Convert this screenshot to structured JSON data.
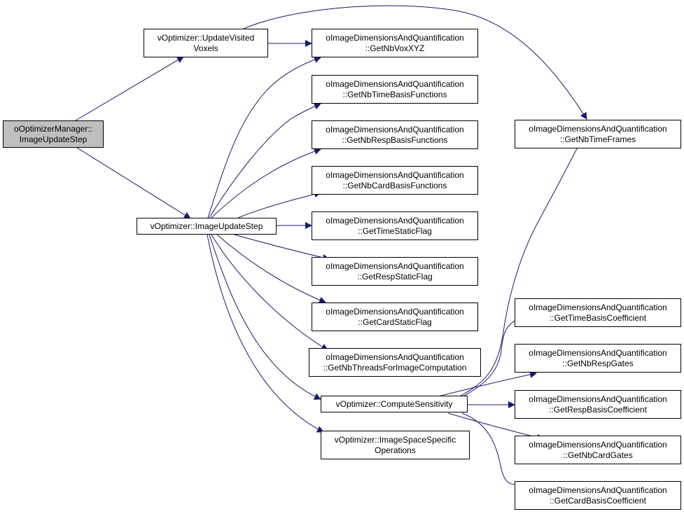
{
  "colors": {
    "edge": "#191970",
    "root_fill": "#bfbfbf",
    "node_fill": "#ffffff",
    "border": "#000000"
  },
  "nodes": {
    "root": {
      "line1": "oOptimizerManager::",
      "line2": "ImageUpdateStep"
    },
    "update_visited": {
      "line1": "vOptimizer::UpdateVisited",
      "line2": "Voxels"
    },
    "image_update": {
      "line1": "vOptimizer::ImageUpdateStep"
    },
    "get_nb_vox": {
      "line1": "oImageDimensionsAndQuantification",
      "line2": "::GetNbVoxXYZ"
    },
    "get_nb_time_basis": {
      "line1": "oImageDimensionsAndQuantification",
      "line2": "::GetNbTimeBasisFunctions"
    },
    "get_nb_resp_basis": {
      "line1": "oImageDimensionsAndQuantification",
      "line2": "::GetNbRespBasisFunctions"
    },
    "get_nb_card_basis": {
      "line1": "oImageDimensionsAndQuantification",
      "line2": "::GetNbCardBasisFunctions"
    },
    "get_time_static": {
      "line1": "oImageDimensionsAndQuantification",
      "line2": "::GetTimeStaticFlag"
    },
    "get_resp_static": {
      "line1": "oImageDimensionsAndQuantification",
      "line2": "::GetRespStaticFlag"
    },
    "get_card_static": {
      "line1": "oImageDimensionsAndQuantification",
      "line2": "::GetCardStaticFlag"
    },
    "get_nb_threads": {
      "line1": "oImageDimensionsAndQuantification",
      "line2": "::GetNbThreadsForImageComputation"
    },
    "compute_sensitivity": {
      "line1": "vOptimizer::ComputeSensitivity"
    },
    "image_space_ops": {
      "line1": "vOptimizer::ImageSpaceSpecific",
      "line2": "Operations"
    },
    "get_nb_time_frames": {
      "line1": "oImageDimensionsAndQuantification",
      "line2": "::GetNbTimeFrames"
    },
    "get_time_basis_coef": {
      "line1": "oImageDimensionsAndQuantification",
      "line2": "::GetTimeBasisCoefficient"
    },
    "get_nb_resp_gates": {
      "line1": "oImageDimensionsAndQuantification",
      "line2": "::GetNbRespGates"
    },
    "get_resp_basis_coef": {
      "line1": "oImageDimensionsAndQuantification",
      "line2": "::GetRespBasisCoefficient"
    },
    "get_nb_card_gates": {
      "line1": "oImageDimensionsAndQuantification",
      "line2": "::GetNbCardGates"
    },
    "get_card_basis_coef": {
      "line1": "oImageDimensionsAndQuantification",
      "line2": "::GetCardBasisCoefficient"
    }
  }
}
